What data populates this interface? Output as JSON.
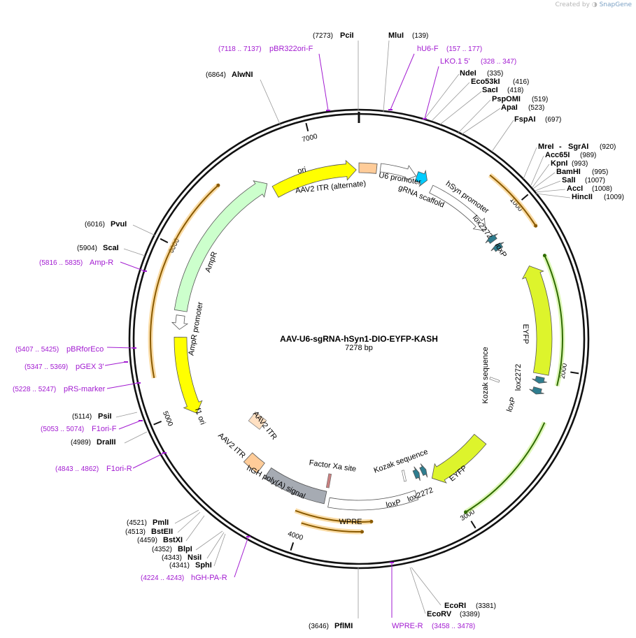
{
  "watermark": {
    "prefix": "Created by",
    "brand": "SnapGene"
  },
  "plasmid": {
    "name": "AAV-U6-sgRNA-hSyn1-DIO-EYFP-KASH",
    "size_label": "7278 bp",
    "length": 7278
  },
  "ticks": [
    {
      "label": "1000",
      "pos": 1000
    },
    {
      "label": "2000",
      "pos": 2000
    },
    {
      "label": "3000",
      "pos": 3000
    },
    {
      "label": "4000",
      "pos": 4000
    },
    {
      "label": "5000",
      "pos": 5000
    },
    {
      "label": "6000",
      "pos": 6000
    },
    {
      "label": "7000",
      "pos": 7000
    }
  ],
  "enzymes": [
    {
      "name": "PciI",
      "pos": "(7273)"
    },
    {
      "name": "MluI",
      "pos": "(139)"
    },
    {
      "name": "AlwNI",
      "pos": "(6864)"
    },
    {
      "name": "NdeI",
      "pos": "(335)"
    },
    {
      "name": "Eco53kI",
      "pos": "(416)"
    },
    {
      "name": "SacI",
      "pos": "(418)"
    },
    {
      "name": "PspOMI",
      "pos": "(519)"
    },
    {
      "name": "ApaI",
      "pos": "(523)"
    },
    {
      "name": "FspAI",
      "pos": "(697)"
    },
    {
      "name": "MreI",
      "pos": "(920)"
    },
    {
      "name": "SgrAI",
      "pos": ""
    },
    {
      "name": "Acc65I",
      "pos": "(989)"
    },
    {
      "name": "KpnI",
      "pos": "(993)"
    },
    {
      "name": "BamHI",
      "pos": "(995)"
    },
    {
      "name": "SalI",
      "pos": "(1007)"
    },
    {
      "name": "AccI",
      "pos": "(1008)"
    },
    {
      "name": "HincII",
      "pos": "(1009)"
    },
    {
      "name": "PvuI",
      "pos": "(6016)"
    },
    {
      "name": "ScaI",
      "pos": "(5904)"
    },
    {
      "name": "PsiI",
      "pos": "(5114)"
    },
    {
      "name": "DraIII",
      "pos": "(4989)"
    },
    {
      "name": "PmlI",
      "pos": "(4521)"
    },
    {
      "name": "BstEII",
      "pos": "(4513)"
    },
    {
      "name": "BstXI",
      "pos": "(4459)"
    },
    {
      "name": "BlpI",
      "pos": "(4352)"
    },
    {
      "name": "NsiI",
      "pos": "(4343)"
    },
    {
      "name": "SphI",
      "pos": "(4341)"
    },
    {
      "name": "PflMI",
      "pos": "(3646)"
    },
    {
      "name": "EcoRI",
      "pos": "(3381)"
    },
    {
      "name": "EcoRV",
      "pos": "(3389)"
    }
  ],
  "primers": [
    {
      "name": "pBR322ori-F",
      "range": "(7118 .. 7137)"
    },
    {
      "name": "hU6-F",
      "range": "(157 .. 177)"
    },
    {
      "name": "LKO.1 5'",
      "range": "(328 .. 347)"
    },
    {
      "name": "Amp-R",
      "range": "(5816 .. 5835)"
    },
    {
      "name": "pBRforEco",
      "range": "(5407 .. 5425)"
    },
    {
      "name": "pGEX 3'",
      "range": "(5347 .. 5369)"
    },
    {
      "name": "pRS-marker",
      "range": "(5228 .. 5247)"
    },
    {
      "name": "F1ori-F",
      "range": "(5053 .. 5074)"
    },
    {
      "name": "F1ori-R",
      "range": "(4843 .. 4862)"
    },
    {
      "name": "hGH-PA-R",
      "range": "(4224 .. 4243)"
    },
    {
      "name": "WPRE-R",
      "range": "(3458 .. 3478)"
    }
  ],
  "features": [
    {
      "name": "ori",
      "color": "#ffff00"
    },
    {
      "name": "AAV2 ITR (alternate)",
      "color": "#ffcc99"
    },
    {
      "name": "U6 promoter",
      "color": "#ffffff"
    },
    {
      "name": "gRNA scaffold",
      "color": "#00ccff"
    },
    {
      "name": "hSyn promoter",
      "color": "#ffffff"
    },
    {
      "name": "lox2272",
      "color": "#2e7d8f"
    },
    {
      "name": "loxP",
      "color": "#2e7d8f"
    },
    {
      "name": "EYFP",
      "color": "#ddf42c"
    },
    {
      "name": "Kozak sequence",
      "color": "#ffffff"
    },
    {
      "name": "lox2272",
      "color": "#2e7d8f"
    },
    {
      "name": "loxP",
      "color": "#2e7d8f"
    },
    {
      "name": "EYFP",
      "color": "#ddf42c"
    },
    {
      "name": "Kozak sequence",
      "color": "#ffffff"
    },
    {
      "name": "lox2272",
      "color": "#2e7d8f"
    },
    {
      "name": "loxP",
      "color": "#2e7d8f"
    },
    {
      "name": "Factor Xa site",
      "color": "#ffffff"
    },
    {
      "name": "WPRE",
      "color": "#ffffff"
    },
    {
      "name": "hGH poly(A) signal",
      "color": "#a6abb3"
    },
    {
      "name": "AAV2 ITR",
      "color": "#ffcc99"
    },
    {
      "name": "AAV2 ITR",
      "color": "#ffe0c2"
    },
    {
      "name": "f1 ori",
      "color": "#ffff00"
    },
    {
      "name": "AmpR promoter",
      "color": "#ffffff"
    },
    {
      "name": "AmpR",
      "color": "#ccffcc"
    }
  ]
}
